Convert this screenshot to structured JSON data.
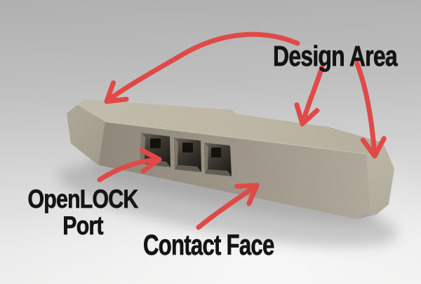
{
  "scene": {
    "type": "annotated-3d-render",
    "annotations": {
      "design_area": {
        "label": "Design Area"
      },
      "openlock_port": {
        "line1": "OpenLOCK",
        "line2": "Port"
      },
      "contact_face": {
        "label": "Contact Face"
      }
    },
    "colors": {
      "annotation_red": "#df4a48",
      "text_black": "#141414",
      "background_top": "#b0b0b0",
      "background_bottom": "#f1f0ef",
      "block_top_face": "#ddd6c2",
      "block_front_face": "#b4ac9b",
      "block_left_face": "#c6bfae",
      "block_right_face": "#d7d0bd",
      "port_interior": "#35332c",
      "port_hole": "#17160f"
    },
    "block": {
      "port_count": "3"
    }
  }
}
